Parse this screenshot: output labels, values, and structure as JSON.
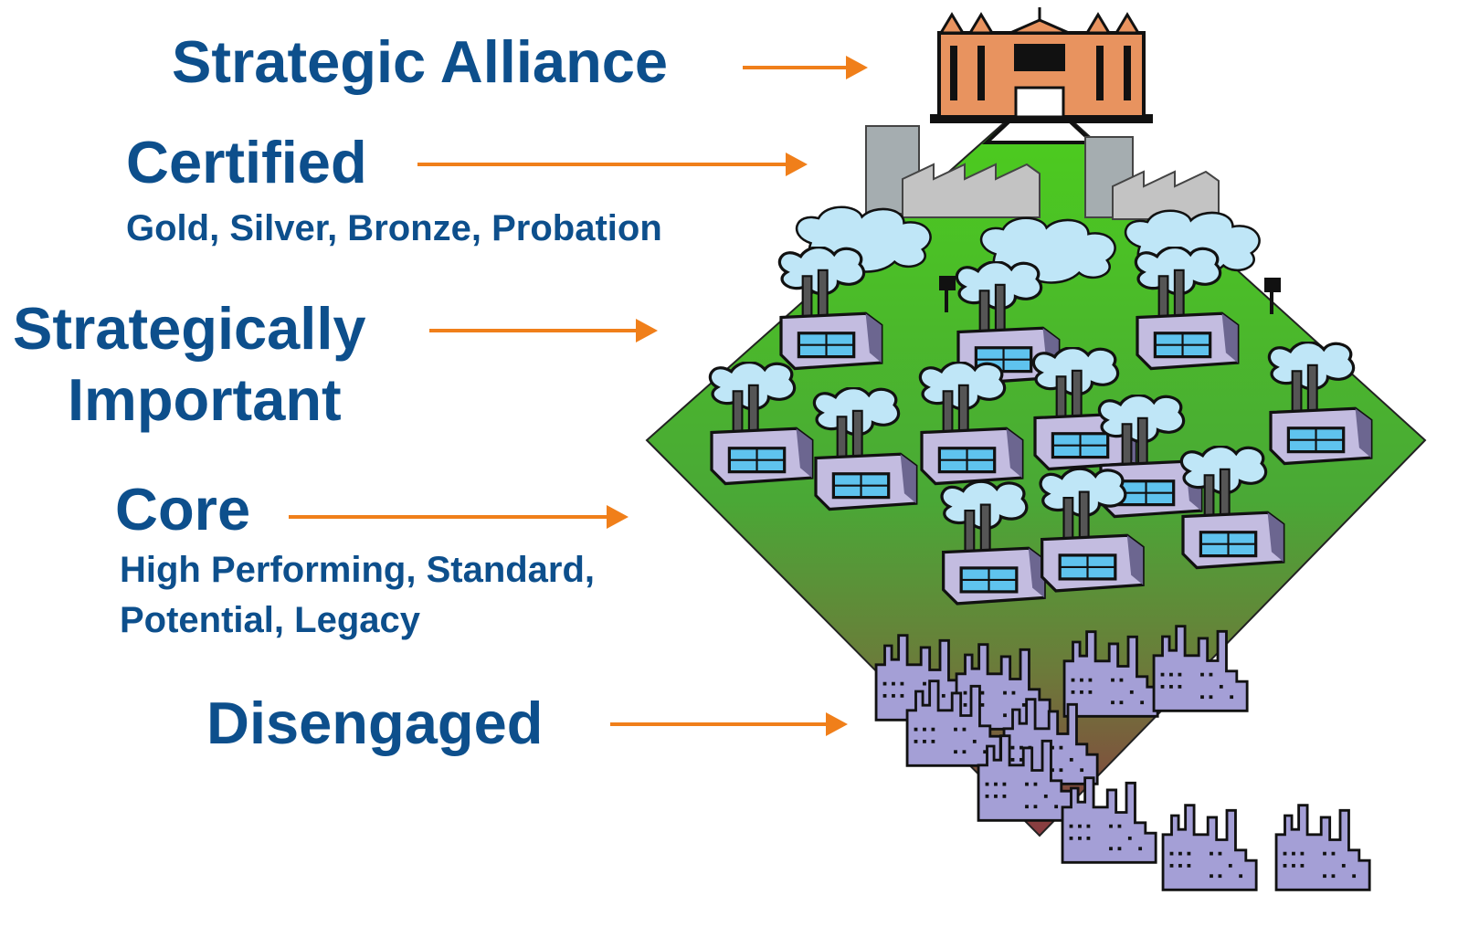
{
  "tiers": [
    {
      "id": "strategic-alliance",
      "label": "Strategic Alliance",
      "sub": ""
    },
    {
      "id": "certified",
      "label": "Certified",
      "sub": "Gold, Silver, Bronze, Probation"
    },
    {
      "id": "strategically-important",
      "label_line1": "Strategically",
      "label_line2": "Important",
      "sub": ""
    },
    {
      "id": "core",
      "label": "Core",
      "sub_line1": "High Performing, Standard,",
      "sub_line2": "Potential, Legacy"
    },
    {
      "id": "disengaged",
      "label": "Disengaged",
      "sub": ""
    }
  ],
  "colors": {
    "label": "#0d4f8c",
    "arrow": "#f07f1a",
    "grass_top": "#49c31f",
    "grass_bottom": "#7a4a3a",
    "factory": "#b7b0d6"
  },
  "icons": [
    "headquarters-icon",
    "office-building-icon",
    "warehouse-icon",
    "factory-icon",
    "cloud-icon",
    "water-tower-icon",
    "city-skyline-icon"
  ]
}
